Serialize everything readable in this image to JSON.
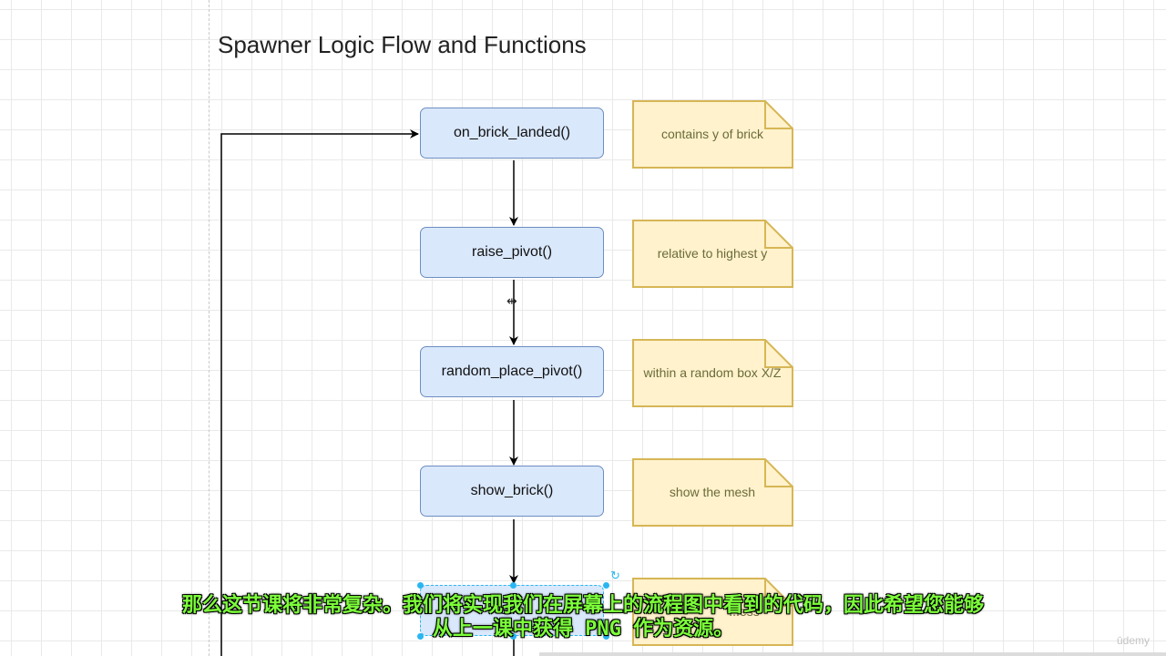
{
  "title": "Spawner Logic Flow and Functions",
  "flow": [
    {
      "label": "on_brick_landed()",
      "note": "contains y of brick"
    },
    {
      "label": "raise_pivot()",
      "note": "relative to highest y"
    },
    {
      "label": "random_place_pivot()",
      "note": "within a random box X/Z"
    },
    {
      "label": "show_brick()",
      "note": "show the mesh"
    },
    {
      "label": "st...",
      "note": "...ess"
    }
  ],
  "colors": {
    "process_fill": "#dae8fc",
    "process_stroke": "#6c8ebf",
    "note_fill": "#fff2cc",
    "note_stroke": "#d6b656",
    "selection": "#29b6f2",
    "subtitle": "#7cff3a"
  },
  "icons": {
    "cursor": "resize-horizontal-cursor-icon",
    "rotate": "rotate-handle-icon"
  },
  "subtitle": {
    "line1": "那么这节课将非常复杂。我们将实现我们在屏幕上的流程图中看到的代码，因此希望您能够",
    "line2": "从上一课中获得 PNG 作为资源。"
  },
  "watermark": "ūdemy"
}
